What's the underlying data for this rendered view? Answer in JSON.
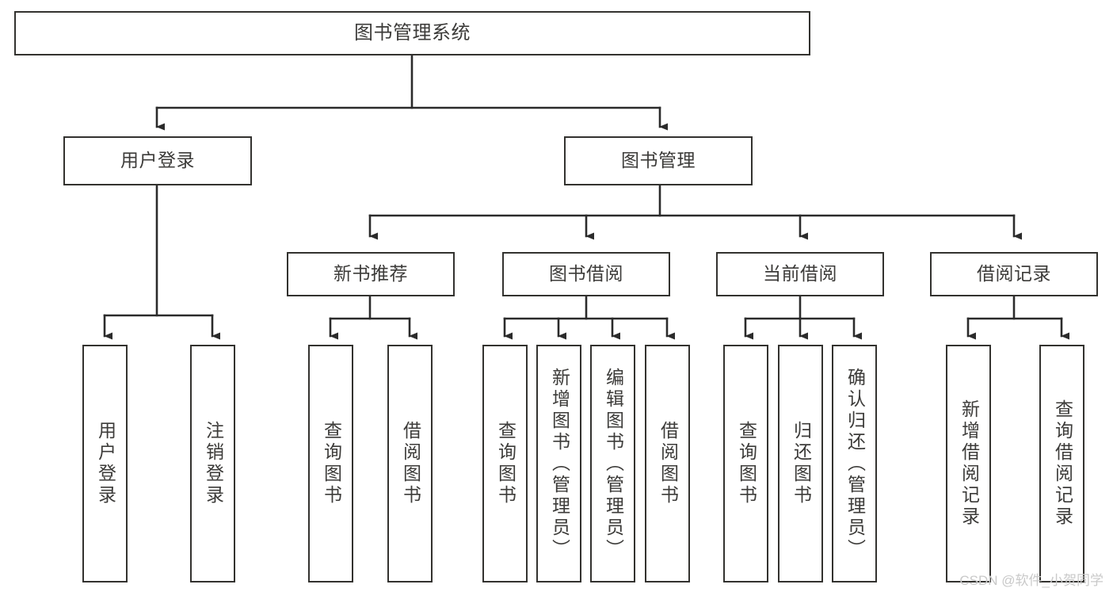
{
  "diagram": {
    "type": "tree-hierarchy-chart",
    "title": "图书管理系统",
    "colors": {
      "background": "#ffffff",
      "box_border": "#33322f",
      "box_fill": "#ffffff",
      "text": "#3c3b39",
      "connector": "#2b2b2b",
      "watermark": "#c9c9c9"
    },
    "watermark": "CSDN @软件_小贺同学",
    "nodes": {
      "root": {
        "label": "图书管理系统"
      },
      "level1": [
        {
          "label": "用户登录"
        },
        {
          "label": "图书管理"
        }
      ],
      "level2": [
        {
          "label": "新书推荐"
        },
        {
          "label": "图书借阅"
        },
        {
          "label": "当前借阅"
        },
        {
          "label": "借阅记录"
        }
      ],
      "leaves_user_login": [
        {
          "label": "用户登录"
        },
        {
          "label": "注销登录"
        }
      ],
      "leaves_new_books": [
        {
          "label": "查询图书"
        },
        {
          "label": "借阅图书"
        }
      ],
      "leaves_borrow": [
        {
          "label": "查询图书"
        },
        {
          "label": "新增图书（管理员）"
        },
        {
          "label": "编辑图书（管理员）"
        },
        {
          "label": "借阅图书"
        }
      ],
      "leaves_current": [
        {
          "label": "查询图书"
        },
        {
          "label": "归还图书"
        },
        {
          "label": "确认归还（管理员）"
        }
      ],
      "leaves_records": [
        {
          "label": "新增借阅记录"
        },
        {
          "label": "查询借阅记录"
        }
      ]
    }
  }
}
